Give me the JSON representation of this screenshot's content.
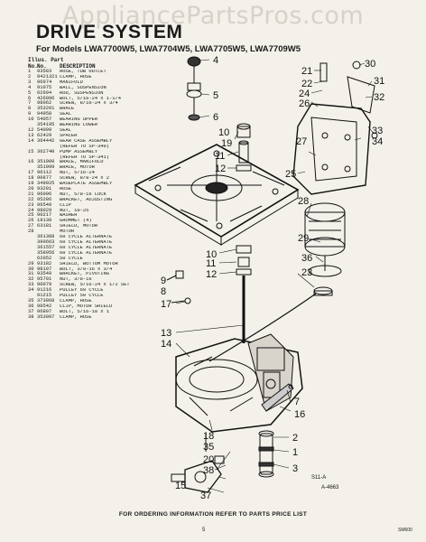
{
  "watermark": "AppliancePartsPros.com",
  "title": "DRIVE SYSTEM",
  "models_line": "For Models LWA7700W5, LWA7704W5, LWA7705W5, LWA7709W5",
  "list_header": {
    "line1": "Illus. Part",
    "no": "No.",
    "part_no": "No.",
    "description": "DESCRIPTION"
  },
  "parts": [
    {
      "no": "1",
      "part": "93583",
      "desc": "HOSE, TUB OUTLET"
    },
    {
      "no": "2",
      "part": "9421321",
      "desc": "CLAMP, HOSE"
    },
    {
      "no": "3",
      "part": "96974",
      "desc": "MANIFOLD"
    },
    {
      "no": "4",
      "part": "91075",
      "desc": "BALL, SUSPENSION"
    },
    {
      "no": "5",
      "part": "62694",
      "desc": "ROD, SUSPENSION"
    },
    {
      "no": "6",
      "part": "426096",
      "desc": "BOLT, 5/16-24 x 1-1/4"
    },
    {
      "no": "7",
      "part": "98062",
      "desc": "SCREW, 8/16-24 x 3/4"
    },
    {
      "no": "8",
      "part": "353201",
      "desc": "BRACE"
    },
    {
      "no": "9",
      "part": "94958",
      "desc": "SEAL"
    },
    {
      "no": "10",
      "part": "54057",
      "desc": "BEARING UPPER"
    },
    {
      "no": "",
      "part": "354195",
      "desc": "BEARING LOWER"
    },
    {
      "no": "12",
      "part": "54099",
      "desc": "SEAL"
    },
    {
      "no": "13",
      "part": "62429",
      "desc": "SPACER"
    },
    {
      "no": "14",
      "part": "364442",
      "desc": "GEAR CASE ASSEMBLY"
    },
    {
      "no": "",
      "part": "",
      "desc": "(REFER TO SP-340)"
    },
    {
      "no": "15",
      "part": "362740",
      "desc": "PUMP ASSEMBLY"
    },
    {
      "no": "",
      "part": "",
      "desc": "(REFER TO SP-341)"
    },
    {
      "no": "16",
      "part": "351000",
      "desc": "BRACE, MANIFOLD"
    },
    {
      "no": "",
      "part": "351099",
      "desc": "BRACE, MOTOR"
    },
    {
      "no": "17",
      "part": "96112",
      "desc": "NUT, 5/16-24"
    },
    {
      "no": "18",
      "part": "90877",
      "desc": "SCREW, 8/8-24 x 2"
    },
    {
      "no": "19",
      "part": "349925",
      "desc": "BASEPLATE ASSEMBLY"
    },
    {
      "no": "20",
      "part": "93201",
      "desc": "HOSE"
    },
    {
      "no": "21",
      "part": "96096",
      "desc": "NUT, 5/8-16 LOCK"
    },
    {
      "no": "22",
      "part": "95286",
      "desc": "BRACKET, ADJUSTING"
    },
    {
      "no": "23",
      "part": "96549",
      "desc": "CLIP"
    },
    {
      "no": "24",
      "part": "98029",
      "desc": "NUT, 10-25"
    },
    {
      "no": "25",
      "part": "90217",
      "desc": "WASHER"
    },
    {
      "no": "26",
      "part": "19138",
      "desc": "GROMMET (4)"
    },
    {
      "no": "27",
      "part": "63181",
      "desc": "SHIELD, MOTOR"
    },
    {
      "no": "28",
      "part": "",
      "desc": "MOTOR"
    },
    {
      "no": "",
      "part": "361388",
      "desc": "60 CYCLE ALTERNATE"
    },
    {
      "no": "",
      "part": "390663",
      "desc": "60 CYCLE ALTERNATE"
    },
    {
      "no": "",
      "part": "361557",
      "desc": "60 CYCLE ALTERNATE"
    },
    {
      "no": "",
      "part": "358956",
      "desc": "60 CYCLE ALTERNATE"
    },
    {
      "no": "",
      "part": "62052",
      "desc": "50 CYCLE"
    },
    {
      "no": "29",
      "part": "93182",
      "desc": "SHIELD, BOTTOM MOTOR"
    },
    {
      "no": "30",
      "part": "98107",
      "desc": "BOLT, 3/8-16 x 3/4"
    },
    {
      "no": "31",
      "part": "93549",
      "desc": "BRACKET, PIVOTING"
    },
    {
      "no": "32",
      "part": "95701",
      "desc": "NUT, 3/8-16"
    },
    {
      "no": "33",
      "part": "90079",
      "desc": "SCREW, 5/16-24 x 1/2 SET"
    },
    {
      "no": "34",
      "part": "91216",
      "desc": "PULLEY 60 CYCLE"
    },
    {
      "no": "",
      "part": "91215",
      "desc": "PULLEY 50 CYCLE"
    },
    {
      "no": "35",
      "part": "373868",
      "desc": "CLAMP, HOSE"
    },
    {
      "no": "36",
      "part": "98542",
      "desc": "CLIP, MOTOR SHIELD"
    },
    {
      "no": "37",
      "part": "96807",
      "desc": "BOLT, 5/16-18 x 1"
    },
    {
      "no": "38",
      "part": "353097",
      "desc": "CLAMP, HOSE"
    }
  ],
  "callouts": [
    "1",
    "2",
    "3",
    "4",
    "5",
    "6",
    "7",
    "8",
    "9",
    "10",
    "11",
    "12",
    "13",
    "14",
    "15",
    "16",
    "17",
    "18",
    "19",
    "20",
    "21",
    "22",
    "23",
    "24",
    "25",
    "26",
    "27",
    "28",
    "29",
    "30",
    "31",
    "32",
    "33",
    "34",
    "35",
    "36",
    "37",
    "38"
  ],
  "drawing_id": "A-4663",
  "drawing_ref": "S11-A",
  "footer_text": "FOR ORDERING INFORMATION REFER TO PARTS PRICE LIST",
  "page_number": "5",
  "page_code": "SM600"
}
